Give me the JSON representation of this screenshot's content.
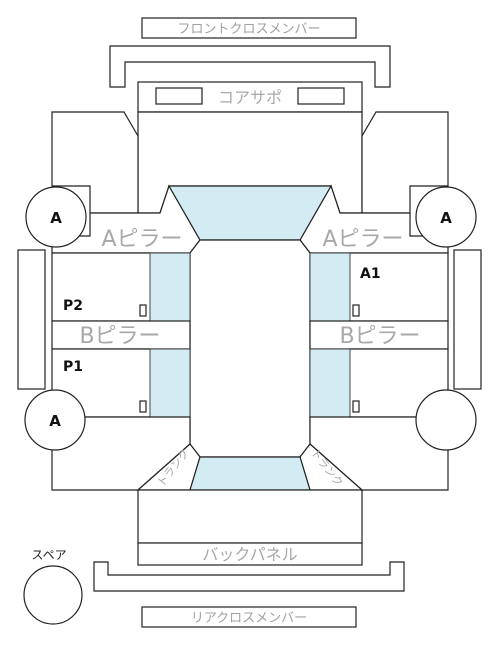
{
  "labels": {
    "front_cross_member": "フロントクロスメンバー",
    "core_support": "コアサポ",
    "a_pillar_left": "Aピラー",
    "a_pillar_right": "Aピラー",
    "b_pillar_left": "Bピラー",
    "b_pillar_right": "Bピラー",
    "back_panel": "バックパネル",
    "rear_cross_member": "リアクロスメンバー",
    "spare": "スペア",
    "trunk_left": "トランク",
    "trunk_right": "トランク"
  },
  "panel_marks": {
    "p2": "P2",
    "p1": "P1",
    "a1": "A1"
  },
  "wheels": {
    "front_left": "A",
    "front_right": "A",
    "rear_left": "A",
    "rear_right": ""
  },
  "colors": {
    "glass": "#d3ebf2",
    "line": "#222222",
    "label_gray": "#a8a8a8"
  }
}
